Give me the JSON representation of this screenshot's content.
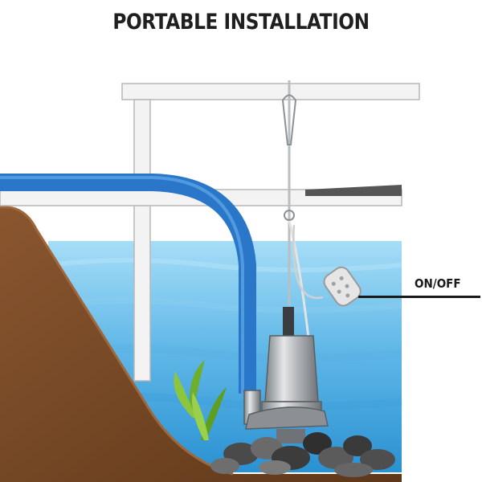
{
  "diagram": {
    "title": "PORTABLE INSTALLATION",
    "float_switch_label": "ON/OFF",
    "colors": {
      "water_top": "#8fd3f4",
      "water_bottom": "#2b95d4",
      "hose": "#2a77c9",
      "soil": "#7a4a26",
      "frame": "#f1f1f1",
      "frame_edge": "#b9b9b9",
      "pump_metal": "#a9acb0",
      "plant": "#6fae2a",
      "rocks": "#3e3e3e"
    },
    "icons": [
      "support-frame",
      "discharge-hose",
      "submersible-pump",
      "float-switch-icon",
      "lifting-chain",
      "power-cable",
      "plant",
      "rocks",
      "soil-bank"
    ]
  }
}
